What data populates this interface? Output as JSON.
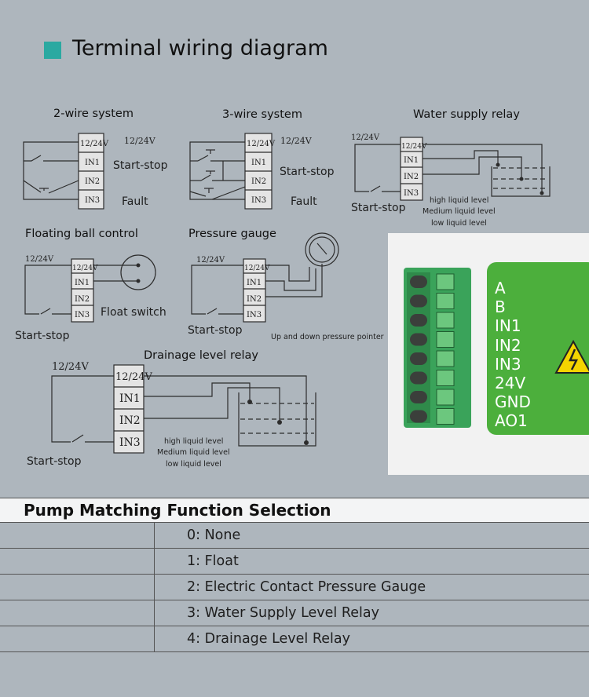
{
  "title": "Terminal wiring diagram",
  "colors": {
    "accent": "#2aa9a1",
    "module_green": "#4caf3c",
    "connector_green": "#3aa35a"
  },
  "diagrams": {
    "two_wire": {
      "title": "2-wire system",
      "supply": "12/24V",
      "start": "Start-stop",
      "fault": "Fault"
    },
    "three_wire": {
      "title": "3-wire system",
      "supply": "12/24V",
      "start": "Start-stop",
      "fault": "Fault"
    },
    "water": {
      "title": "Water supply relay",
      "supply": "12/24V",
      "start": "Start-stop",
      "high": "high liquid level",
      "medium": "Medium liquid level",
      "low": "low liquid level"
    },
    "float": {
      "title": "Floating ball control",
      "supply": "12/24V",
      "switch": "Float switch",
      "start": "Start-stop"
    },
    "pressure": {
      "title": "Pressure gauge",
      "supply": "12/24V",
      "start": "Start-stop",
      "pointer": "Up and down pressure pointer"
    },
    "drain": {
      "title": "Drainage level relay",
      "supply": "12/24V",
      "start": "Start-stop",
      "high": "high liquid level",
      "medium": "Medium liquid level",
      "low": "low liquid level"
    }
  },
  "terminals": {
    "t0": "12/24V",
    "t1": "IN1",
    "t2": "IN2",
    "t3": "IN3"
  },
  "module_labels": [
    "A",
    "B",
    "IN1",
    "IN2",
    "IN3",
    "24V",
    "GND",
    "AO1"
  ],
  "table": {
    "heading": "Pump Matching Function Selection",
    "rows": [
      "0: None",
      "1: Float",
      "2: Electric Contact Pressure Gauge",
      "3: Water Supply Level Relay",
      "4: Drainage Level Relay"
    ]
  }
}
